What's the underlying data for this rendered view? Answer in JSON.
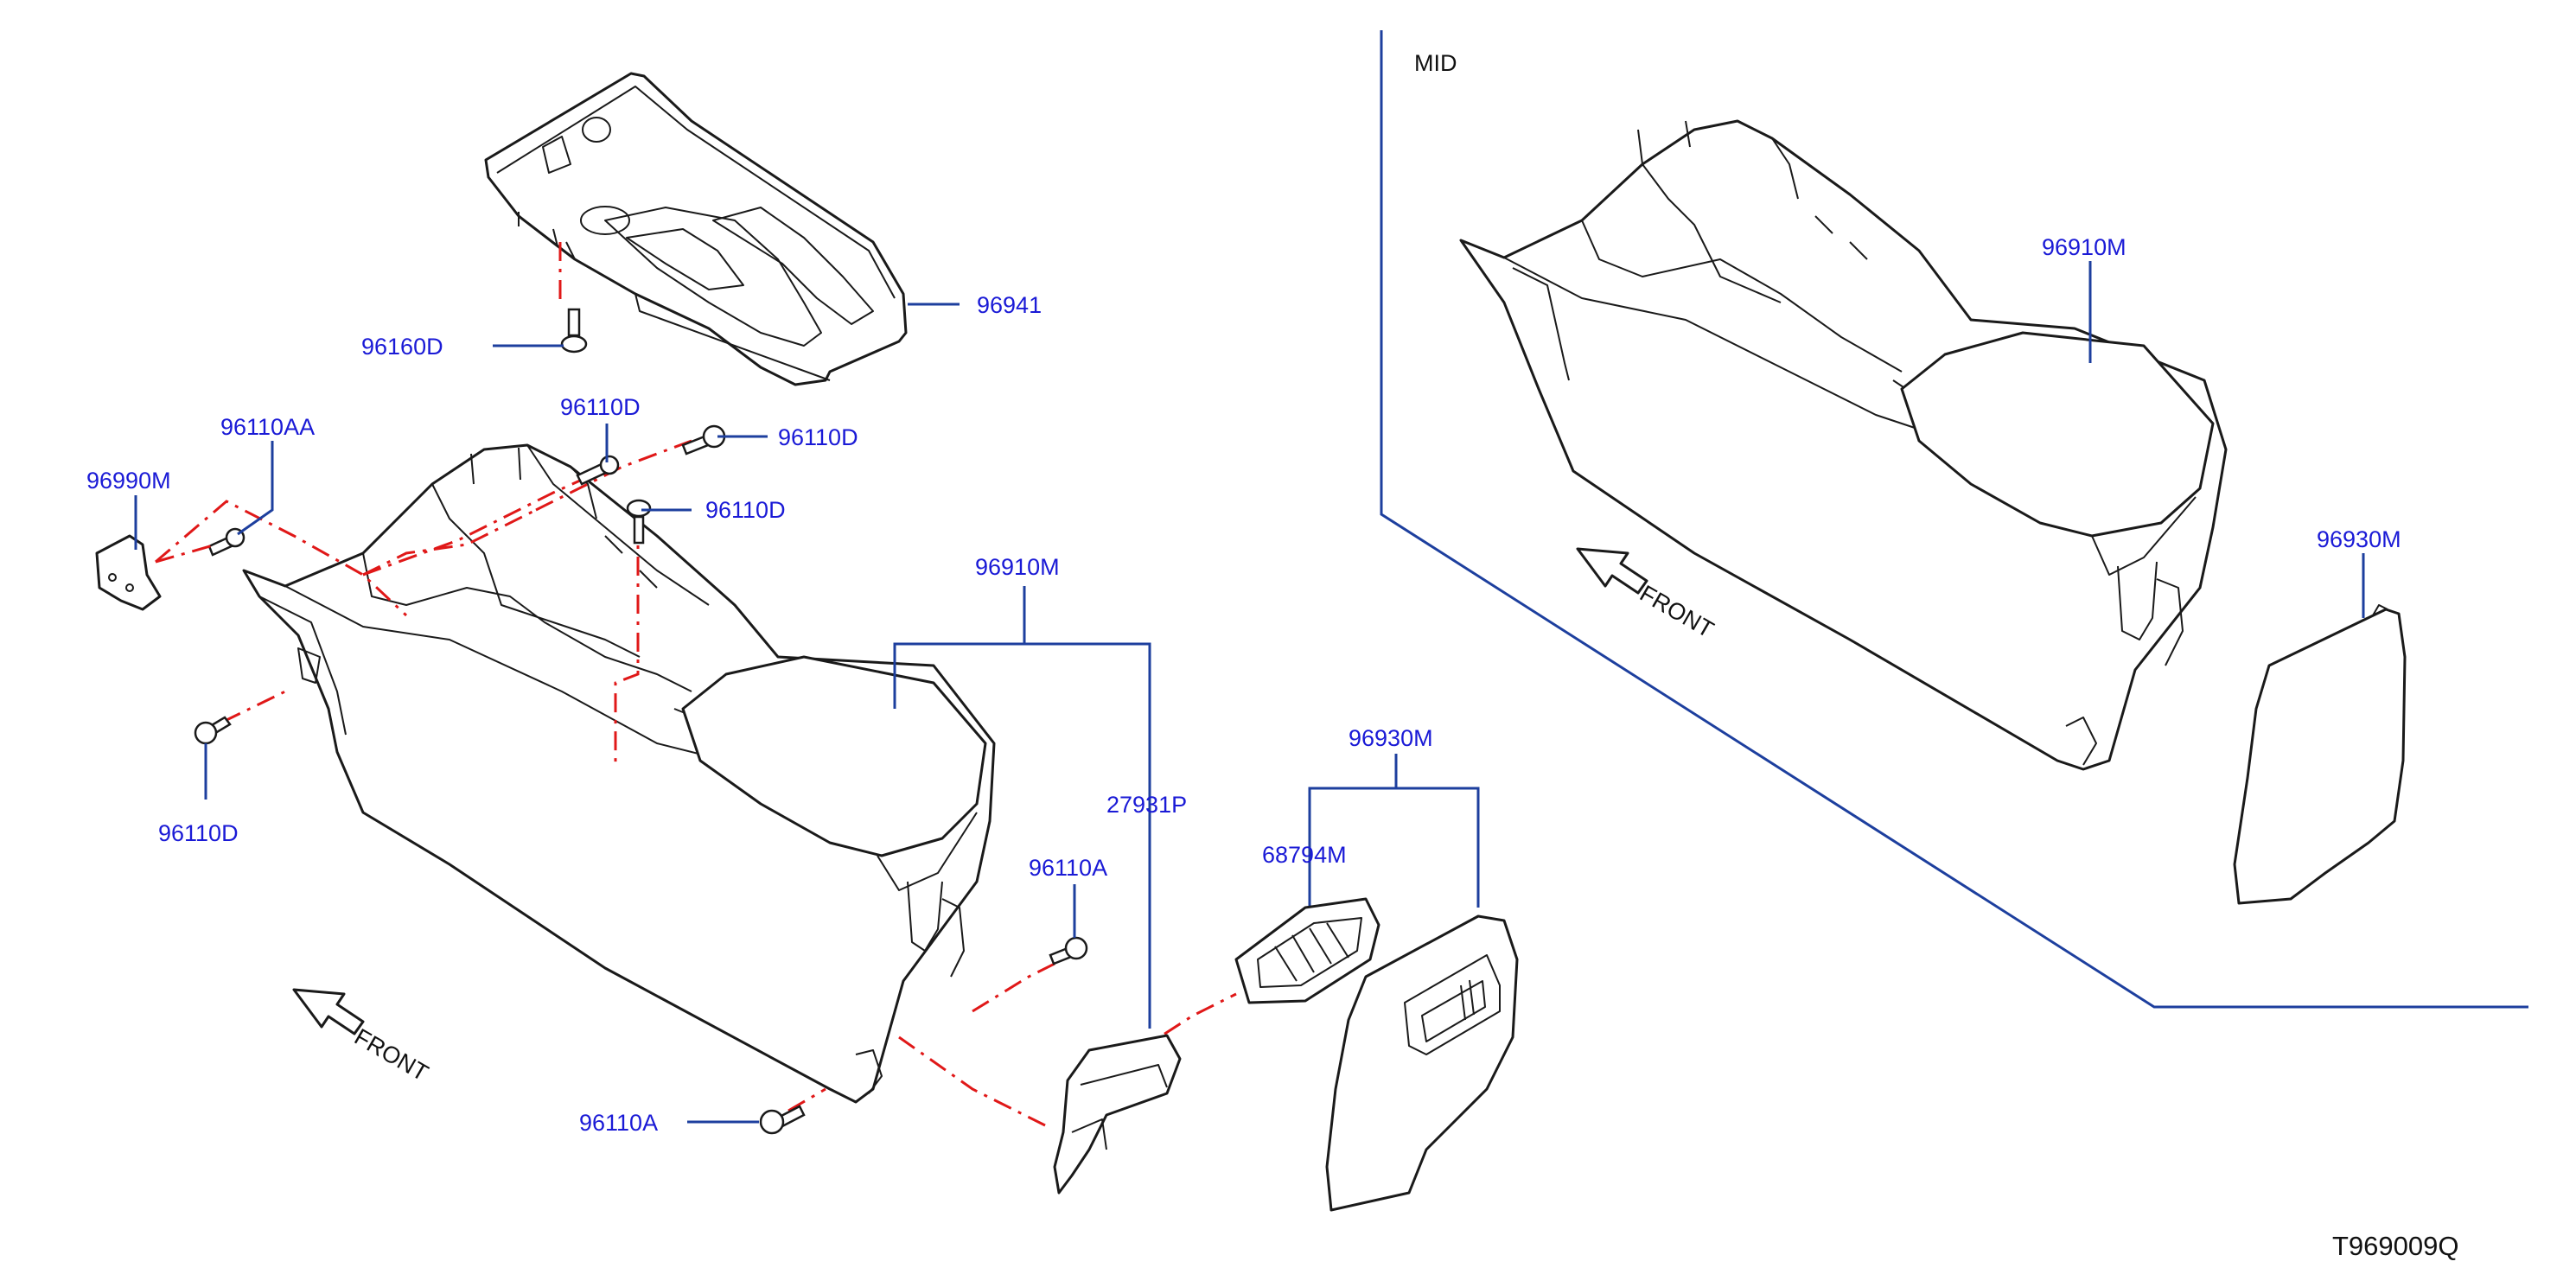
{
  "diagram": {
    "reference_code": "T969009Q",
    "inset_label": "MID",
    "front_label": "FRONT",
    "parts": {
      "p96941": "96941",
      "p96160D": "96160D",
      "p96110D_top": "96110D",
      "p96110D_right": "96110D",
      "p96110D_mid": "96110D",
      "p96110D_left": "96110D",
      "p96110AA": "96110AA",
      "p96990M": "96990M",
      "p96910M_main": "96910M",
      "p27931P": "27931P",
      "p96110A_upper": "96110A",
      "p96110A_lower": "96110A",
      "p96930M_main": "96930M",
      "p68794M": "68794M",
      "p96910M_inset": "96910M",
      "p96930M_inset": "96930M"
    }
  }
}
